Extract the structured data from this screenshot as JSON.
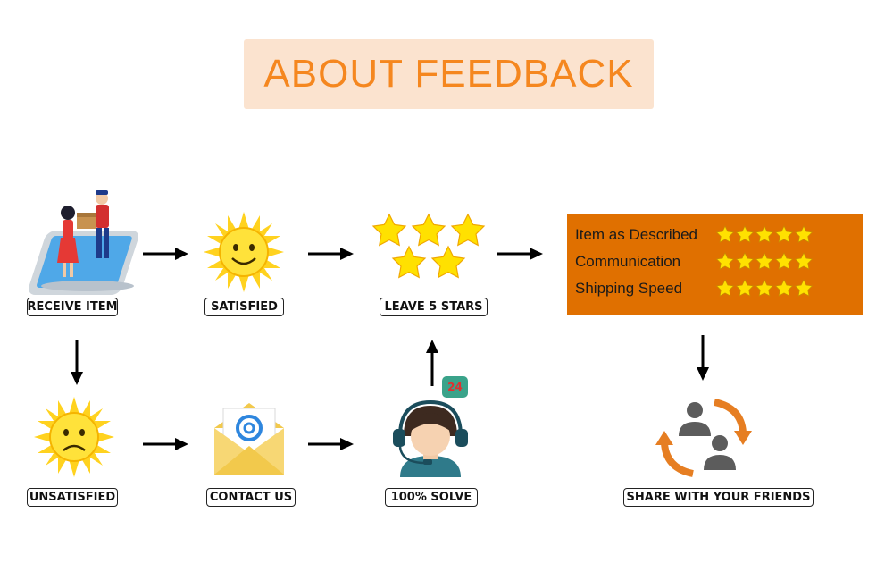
{
  "title": "ABOUT FEEDBACK",
  "steps": {
    "receive_item": "RECEIVE ITEM",
    "satisfied": "SATISFIED",
    "leave_5_stars": "LEAVE 5 STARS",
    "unsatisfied": "UNSATISFIED",
    "contact_us": "CONTACT US",
    "solve": "100% SOLVE",
    "share": "SHARE WITH YOUR FRIENDS"
  },
  "ratings": [
    {
      "label": "Item as Described",
      "stars": 5
    },
    {
      "label": "Communication",
      "stars": 5
    },
    {
      "label": "Shipping Speed",
      "stars": 5
    }
  ],
  "support_badge": "24",
  "colors": {
    "title_text": "#f5871f",
    "title_bg": "#fbe3cf",
    "rating_box": "#e07000",
    "star": "#ffe100",
    "share_arrows": "#e67e22"
  }
}
